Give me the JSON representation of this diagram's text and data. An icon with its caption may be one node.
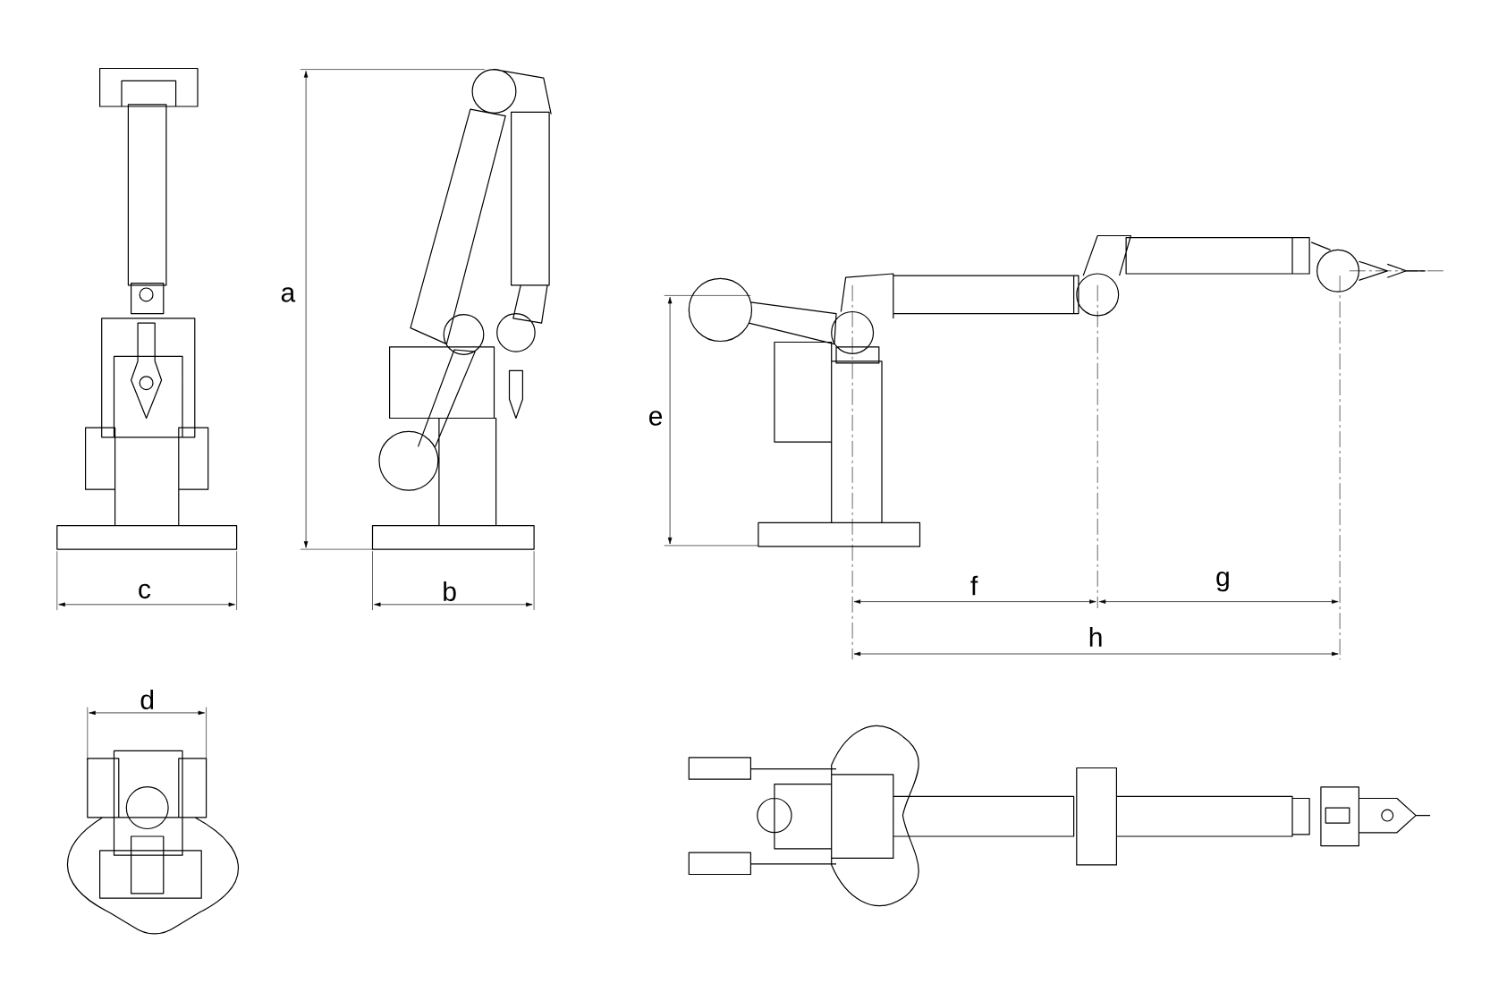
{
  "diagram": {
    "labels": [
      "a",
      "c",
      "b",
      "d",
      "e",
      "f",
      "g",
      "h"
    ]
  }
}
